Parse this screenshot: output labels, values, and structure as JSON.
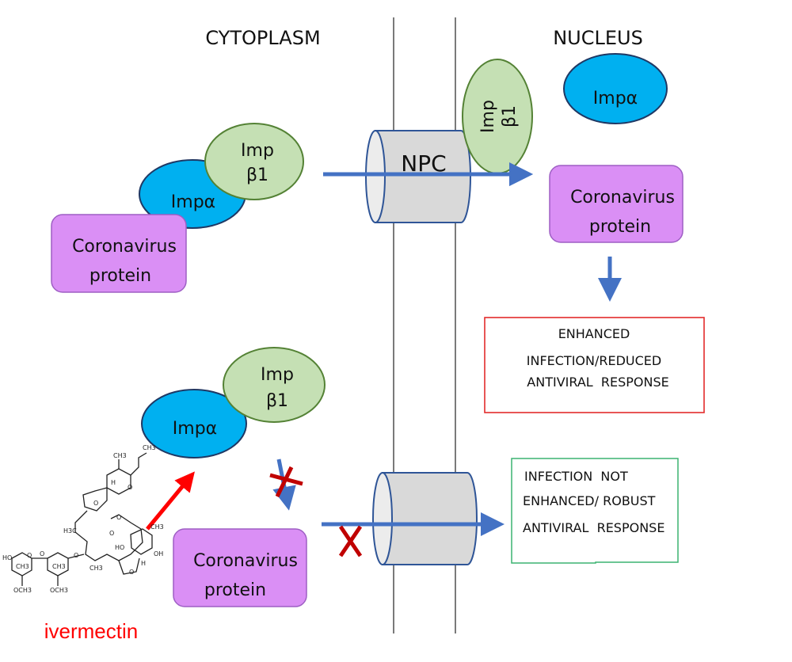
{
  "regions": {
    "cytoplasm": "CYTOPLASM",
    "nucleus": "NUCLEUS"
  },
  "npc_label": "NPC",
  "top_pathway": {
    "imp_alpha": "Impα",
    "imp_beta_line1": "Imp",
    "imp_beta_line2": "β1",
    "cargo_line1": "Coronavirus",
    "cargo_line2": "protein"
  },
  "nucleus_items": {
    "imp_beta_line1": "Imp",
    "imp_beta_line2": "β1",
    "imp_alpha": "Impα",
    "cargo_line1": "Coronavirus",
    "cargo_line2": "protein"
  },
  "outcome_enhanced": {
    "line1": "ENHANCED",
    "line2": "INFECTION/REDUCED",
    "line3": "ANTIVIRAL  RESPONSE"
  },
  "bottom_pathway": {
    "imp_alpha": "Impα",
    "imp_beta_line1": "Imp",
    "imp_beta_line2": "β1",
    "cargo_line1": "Coronavirus",
    "cargo_line2": "protein"
  },
  "outcome_robust": {
    "line1": "INFECTION  NOT",
    "line2": "ENHANCED/ ROBUST",
    "line3": "ANTIVIRAL  RESPONSE"
  },
  "drug": {
    "name": "ivermectin",
    "structure_labels": [
      "CH3",
      "CH3",
      "H",
      "O",
      "O",
      "O",
      "H3C",
      "O",
      "HO",
      "CH3",
      "OH",
      "H",
      "O",
      "CH3",
      "HO",
      "O",
      "CH3",
      "O",
      "CH3",
      "O",
      "OCH3",
      "OCH3"
    ]
  },
  "colors": {
    "imp_alpha_fill": "#00b0f0",
    "imp_alpha_stroke": "#1f3864",
    "imp_beta_fill": "#c5e0b4",
    "imp_beta_stroke": "#548235",
    "cargo_fill": "#da8ff5",
    "cargo_stroke": "#9e5fc4",
    "arrow_blue": "#4472c4",
    "inhibit_red": "#c00000",
    "ivermectin_red": "#ff0000",
    "enhanced_border": "#e32b2b",
    "robust_border": "#3cb371"
  }
}
